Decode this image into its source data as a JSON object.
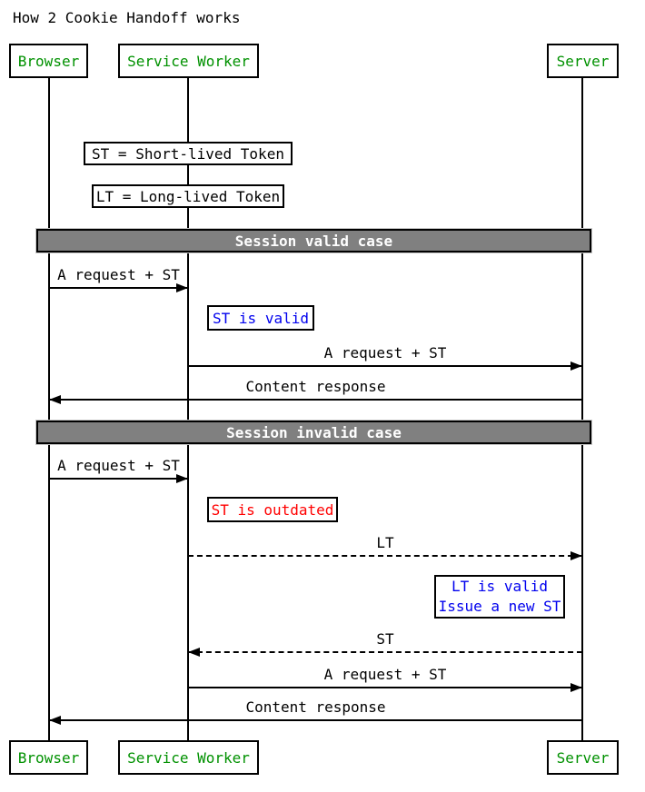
{
  "title": "How 2 Cookie Handoff works",
  "colors": {
    "actor_green": "#009100",
    "note_blue": "#0000ee",
    "note_red": "#ff0000",
    "divider_gray": "#808080",
    "divider_text": "#ffffff",
    "line_black": "#000000"
  },
  "actors": {
    "browser": "Browser",
    "service_worker": "Service Worker",
    "server": "Server"
  },
  "legend_notes": [
    {
      "text": "ST = Short-lived Token"
    },
    {
      "text": "LT = Long-lived Token"
    }
  ],
  "sections": [
    {
      "label": "Session valid case"
    },
    {
      "label": "Session invalid case"
    }
  ],
  "messages": [
    {
      "label": "A request + ST",
      "from": "Browser",
      "to": "Service Worker",
      "line": "solid"
    },
    {
      "label": "A request + ST",
      "from": "Service Worker",
      "to": "Server",
      "line": "solid"
    },
    {
      "label": "Content response",
      "from": "Server",
      "to": "Browser",
      "line": "solid"
    },
    {
      "label": "A request + ST",
      "from": "Browser",
      "to": "Service Worker",
      "line": "solid"
    },
    {
      "label": "LT",
      "from": "Service Worker",
      "to": "Server",
      "line": "dashed"
    },
    {
      "label": "ST",
      "from": "Server",
      "to": "Service Worker",
      "line": "dashed"
    },
    {
      "label": "A request + ST",
      "from": "Service Worker",
      "to": "Server",
      "line": "solid"
    },
    {
      "label": "Content response",
      "from": "Server",
      "to": "Browser",
      "line": "solid"
    }
  ],
  "state_notes": {
    "st_valid": {
      "text": "ST is valid",
      "color": "#0000ee"
    },
    "st_outdated": {
      "text": "ST is outdated",
      "color": "#ff0000"
    },
    "lt_valid": {
      "line1": "LT is valid",
      "line2": "Issue a new ST",
      "color": "#0000ee"
    }
  }
}
